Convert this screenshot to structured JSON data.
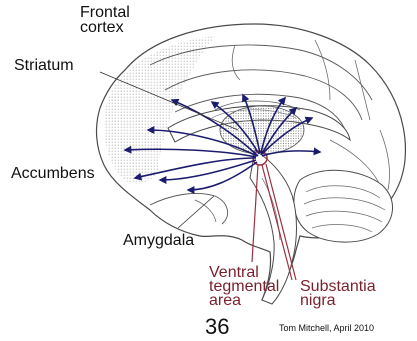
{
  "slide": {
    "labels": {
      "frontal_cortex": [
        "Frontal",
        "cortex"
      ],
      "striatum": "Striatum",
      "accumbens": "Accumbens",
      "amygdala": "Amygdala",
      "ventral_tegmental_area": [
        "Ventral",
        "tegmental",
        "area"
      ],
      "substantia_nigra": [
        "Substantia",
        "nigra"
      ]
    },
    "page_number": "36",
    "credit": "Tom Mitchell, April 2010"
  },
  "colors": {
    "outline": "#4a4a4a",
    "stipple": "#b8b8b8",
    "arrows": "#1c1c6e",
    "pathway_label": "#7a1f2b",
    "leader_red": "#9a3040",
    "text": "#111111"
  }
}
